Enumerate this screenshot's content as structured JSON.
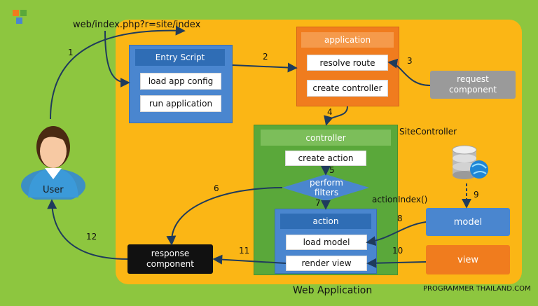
{
  "url_label": "web/index.php?r=site/index",
  "region_label": "Web Application",
  "footer_credit": "PROGRAMMER THAILAND.COM",
  "user_label": "User",
  "entry_script": {
    "title": "Entry Script",
    "items": [
      "load app config",
      "run application"
    ]
  },
  "application": {
    "title": "application",
    "items": [
      "resolve route",
      "create controller"
    ]
  },
  "request_component": "request\ncomponent",
  "controller": {
    "title": "controller",
    "name": "SiteController",
    "create_action": "create action",
    "perform_filters": "perform\nfilters"
  },
  "action": {
    "title": "action",
    "name": "actionIndex()",
    "items": [
      "load model",
      "render view"
    ]
  },
  "model_label": "model",
  "view_label": "view",
  "response_component": "response\ncomponent",
  "steps": [
    "1",
    "2",
    "3",
    "4",
    "5",
    "6",
    "7",
    "8",
    "9",
    "10",
    "11",
    "12"
  ],
  "colors": {
    "background": "#8dc63f",
    "web_app": "#fbb615",
    "blue": "#4a86cf",
    "orange": "#f07c1e",
    "green": "#5aa83a",
    "gray": "#9a9a9a",
    "black": "#111111",
    "arrow": "#1f3b5c"
  }
}
